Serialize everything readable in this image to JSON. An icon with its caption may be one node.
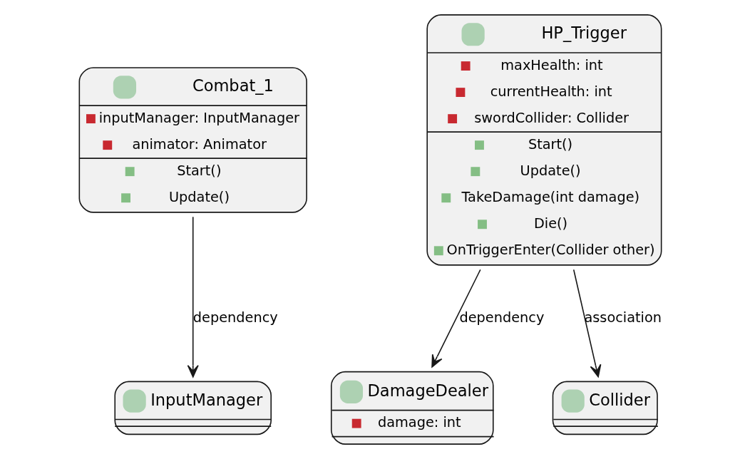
{
  "diagram": {
    "nodes": [
      {
        "text": [
          "Combat_1",
          "inputManager: InputManager",
          "animator: Animator",
          "Start()",
          "Update()"
        ]
      },
      {
        "text": [
          "HP_Trigger",
          "maxHealth: int",
          "currentHealth: int",
          "swordCollider: Collider",
          "Start()",
          "Update()",
          "TakeDamage(int damage)",
          "Die()",
          "OnTriggerEnter(Collider other)"
        ]
      },
      {
        "text": [
          "InputManager"
        ]
      },
      {
        "text": [
          "DamageDealer",
          "damage: int"
        ]
      },
      {
        "text": [
          "Collider"
        ]
      }
    ],
    "edges": [
      {
        "from": 0,
        "to": 2,
        "arrow": "to",
        "label": "dependency"
      },
      {
        "from": 1,
        "to": 3,
        "arrow": "to",
        "label": "dependency"
      },
      {
        "from": 1,
        "to": 4,
        "arrow": "to",
        "label": "association"
      }
    ]
  }
}
